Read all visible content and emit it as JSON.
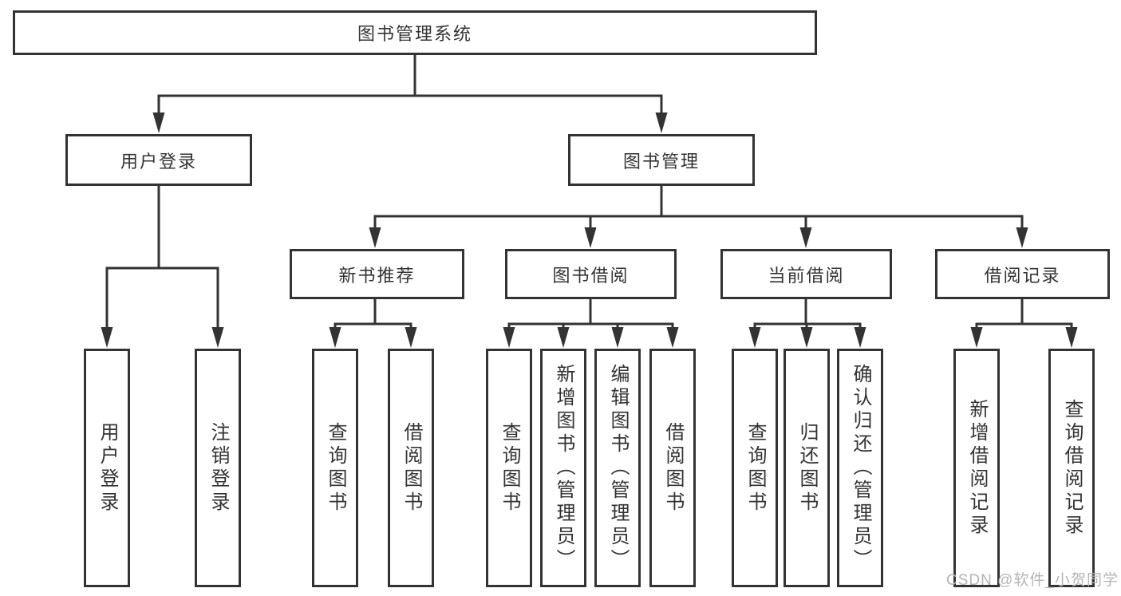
{
  "diagram": {
    "background": "#ffffff",
    "line_color": "#333333",
    "text_color": "#333333",
    "tree": {
      "label": "图书管理系统",
      "children": [
        {
          "label": "用户登录",
          "children": [
            {
              "label": "用户登录"
            },
            {
              "label": "注销登录"
            }
          ]
        },
        {
          "label": "图书管理",
          "children": [
            {
              "label": "新书推荐",
              "children": [
                {
                  "label": "查询图书"
                },
                {
                  "label": "借阅图书"
                }
              ]
            },
            {
              "label": "图书借阅",
              "children": [
                {
                  "label": "查询图书"
                },
                {
                  "label": "新增图书（管理员）"
                },
                {
                  "label": "编辑图书（管理员）"
                },
                {
                  "label": "借阅图书"
                }
              ]
            },
            {
              "label": "当前借阅",
              "children": [
                {
                  "label": "查询图书"
                },
                {
                  "label": "归还图书"
                },
                {
                  "label": "确认归还（管理员）"
                }
              ]
            },
            {
              "label": "借阅记录",
              "children": [
                {
                  "label": "新增借阅记录"
                },
                {
                  "label": "查询借阅记录"
                }
              ]
            }
          ]
        }
      ]
    },
    "watermark": {
      "text": "CSDN @软件_小贺同学",
      "color": "#b5b5b5"
    }
  }
}
